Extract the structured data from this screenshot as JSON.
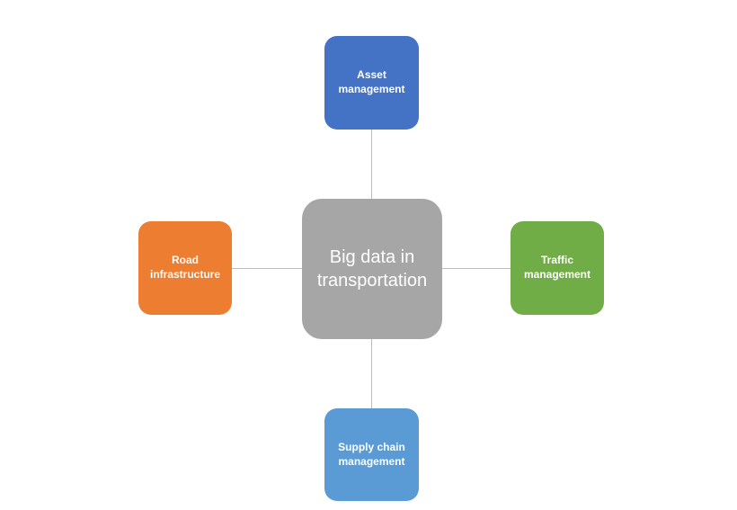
{
  "diagram": {
    "center": {
      "label": "Big data in\ntransportation",
      "color": "#a6a6a6"
    },
    "top": {
      "label": "Asset\nmanagement",
      "color": "#4472c4"
    },
    "right": {
      "label": "Traffic\nmanagement",
      "color": "#70ad47"
    },
    "bottom": {
      "label": "Supply chain\nmanagement",
      "color": "#5b9bd5"
    },
    "left": {
      "label": "Road\ninfrastructure",
      "color": "#ed7d31"
    },
    "connector_color": "#bdbdbd"
  }
}
